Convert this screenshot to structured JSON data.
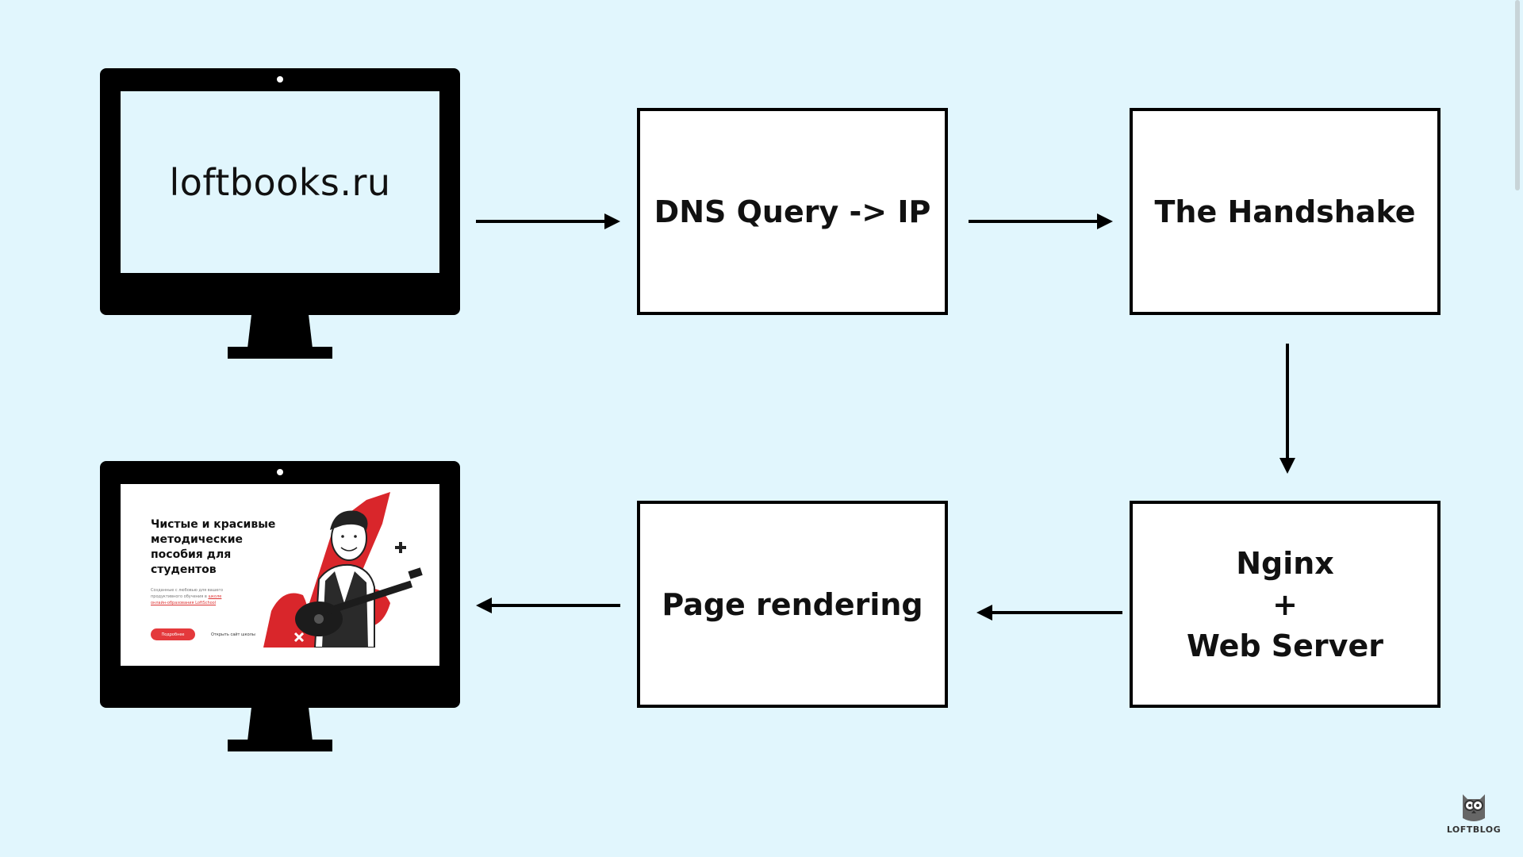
{
  "monitor_top": {
    "screen_text": "loftbooks.ru"
  },
  "monitor_bottom": {
    "site": {
      "heading": "Чистые и красивые методические пособия для студентов",
      "small_text": "Созданные с любовью для вашего продуктивного обучения в",
      "small_link": "школе онлайн-образования LoftSchool",
      "primary_button": "Подробнее",
      "secondary_button": "Открыть сайт школы"
    }
  },
  "boxes": {
    "dns": "DNS Query -> IP",
    "handshake": "The Handshake",
    "server_line1": "Nginx",
    "server_line2": "+",
    "server_line3": "Web Server",
    "render": "Page rendering"
  },
  "logo": {
    "text": "LOFTBLOG"
  },
  "colors": {
    "background": "#e1f6fd",
    "accent_red": "#e4393c"
  }
}
